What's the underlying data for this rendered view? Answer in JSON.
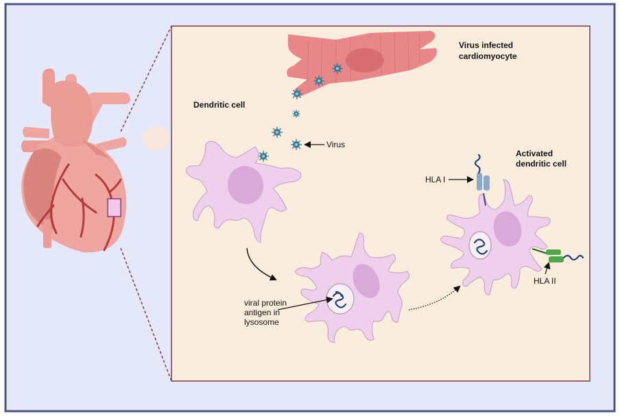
{
  "labels": {
    "infected_cell": [
      "Virus infected",
      "cardiomyocyte"
    ],
    "dendritic_cell": "Dendritic cell",
    "virus": "Virus",
    "activated_cell": [
      "Activated",
      "dendritic cell"
    ],
    "hla1": "HLA I",
    "hla2": "HLA II",
    "antigen": [
      "viral protein",
      "antigen in",
      "lysosome"
    ]
  },
  "colors": {
    "outer_bg": "#e4e8f9",
    "outer_border": "#4a5580",
    "panel_bg": "#fbeddd",
    "panel_border": "#7a3b4a",
    "cardiomyocyte": "#e8878a",
    "cardiomyocyte_nucleus": "#d96e72",
    "dendritic_cell": "#eed0ec",
    "dendritic_outline": "#c29bc4",
    "nucleus": "#d9aad8",
    "virus": "#3b7c94",
    "heart": "#f0a6a0",
    "heart_dark": "#d9857e",
    "vessel": "#b23a3a",
    "hla1": "#8aa9cc",
    "hla2": "#4ea84a",
    "antigen": "#1d3f7a"
  }
}
